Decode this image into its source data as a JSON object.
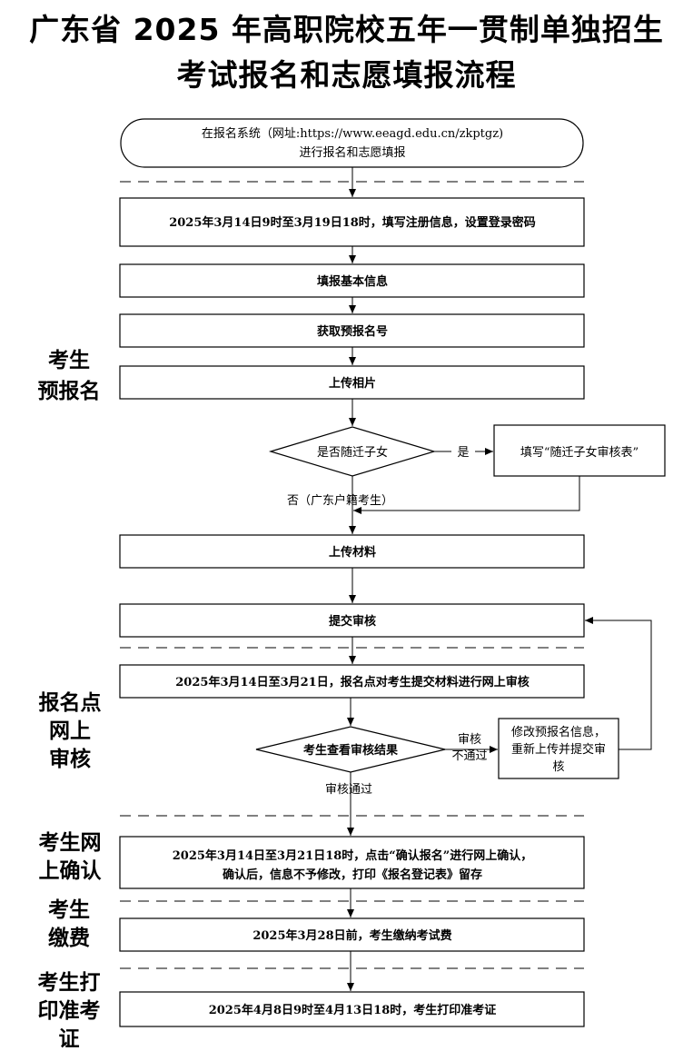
{
  "title": {
    "line1": "广东省 2025 年高职院校五年一贯制单独招生",
    "line2": "考试报名和志愿填报流程"
  },
  "sections": {
    "pre_register": [
      "考生",
      "预报名"
    ],
    "online_review": [
      "报名点",
      "网上",
      "审核"
    ],
    "online_confirm": [
      "考生网",
      "上确认"
    ],
    "payment": [
      "考生",
      "缴费"
    ],
    "print_ticket": [
      "考生打",
      "印准考",
      "证"
    ]
  },
  "steps": {
    "start": [
      "在报名系统（网址:https://www.eeagd.edu.cn/zkptgz)",
      "进行报名和志愿填报"
    ],
    "register": "2025年3月14日9时至3月19日18时，填写注册信息，设置登录密码",
    "basic_info": "填报基本信息",
    "get_number": "获取预报名号",
    "upload_photo": "上传相片",
    "migrant_decision": "是否随迁子女",
    "migrant_form": "填写“随迁子女审核表”",
    "upload_materials": "上传材料",
    "submit_review": "提交审核",
    "review_period": "2025年3月14日至3月21日，报名点对考生提交材料进行网上审核",
    "check_result": "考生查看审核结果",
    "fail_action": [
      "修改预报名信息，",
      "重新上传并提交审",
      "核"
    ],
    "confirm": [
      "2025年3月14日至3月21日18时，点击“确认报名”进行网上确认，",
      "确认后，信息不予修改，打印《报名登记表》留存"
    ],
    "pay": "2025年3月28日前，考生缴纳考试费",
    "print": "2025年4月8日9时至4月13日18时，考生打印准考证"
  },
  "labels": {
    "yes": "是",
    "no_local": "否（广东户籍考生）",
    "not_pass": [
      "审核",
      "不通过"
    ],
    "pass": "审核通过"
  }
}
